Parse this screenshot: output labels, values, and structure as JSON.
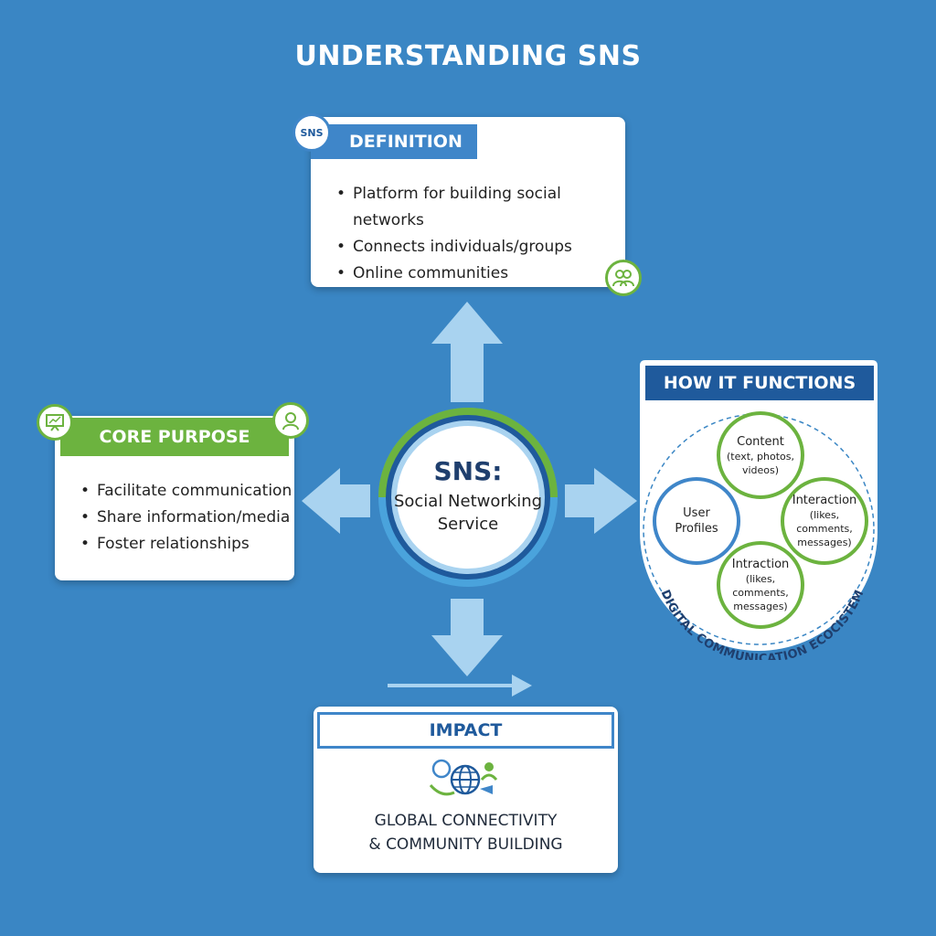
{
  "title": "UNDERSTANDING SNS",
  "center": {
    "heading": "SNS:",
    "line1": "Social Networking",
    "line2": "Service"
  },
  "definition": {
    "badge": "SNS",
    "label": "DEFINITION",
    "items": [
      "Platform for building social networks",
      "Connects individuals/groups",
      "Online communities"
    ]
  },
  "core_purpose": {
    "label": "CORE PURPOSE",
    "items": [
      "Facilitate communication",
      "Share information/media",
      "Foster relationships"
    ]
  },
  "how_it_functions": {
    "label": "HOW IT FUNCTIONS",
    "nodes": {
      "content": {
        "title": "Content",
        "sub": [
          "(text, photos,",
          "videos)"
        ]
      },
      "profiles": {
        "title": "User",
        "sub": [
          "Profiles"
        ]
      },
      "interaction_right": {
        "title": "Interaction",
        "sub": [
          "(likes, comments,",
          "messages)"
        ]
      },
      "interaction_bottom": {
        "title": "Intraction",
        "sub": [
          "(likes, comments,",
          "messages)"
        ]
      }
    },
    "ecosystem": "DIGITAL COMMUNICATION ECOCISTEM"
  },
  "impact": {
    "label": "IMPACT",
    "line1": "GLOBAL CONNECTIVITY",
    "line2": "& COMMUNITY BUILDING"
  },
  "colors": {
    "background": "#3a86c4",
    "navy": "#1f5a9c",
    "green": "#6cb33f",
    "light_blue": "#a9d3f0",
    "sky": "#4aa3dc"
  },
  "icons": [
    "sns-logo-icon",
    "users-icon",
    "presentation-icon",
    "profile-pin-icon",
    "globe-network-icon"
  ]
}
